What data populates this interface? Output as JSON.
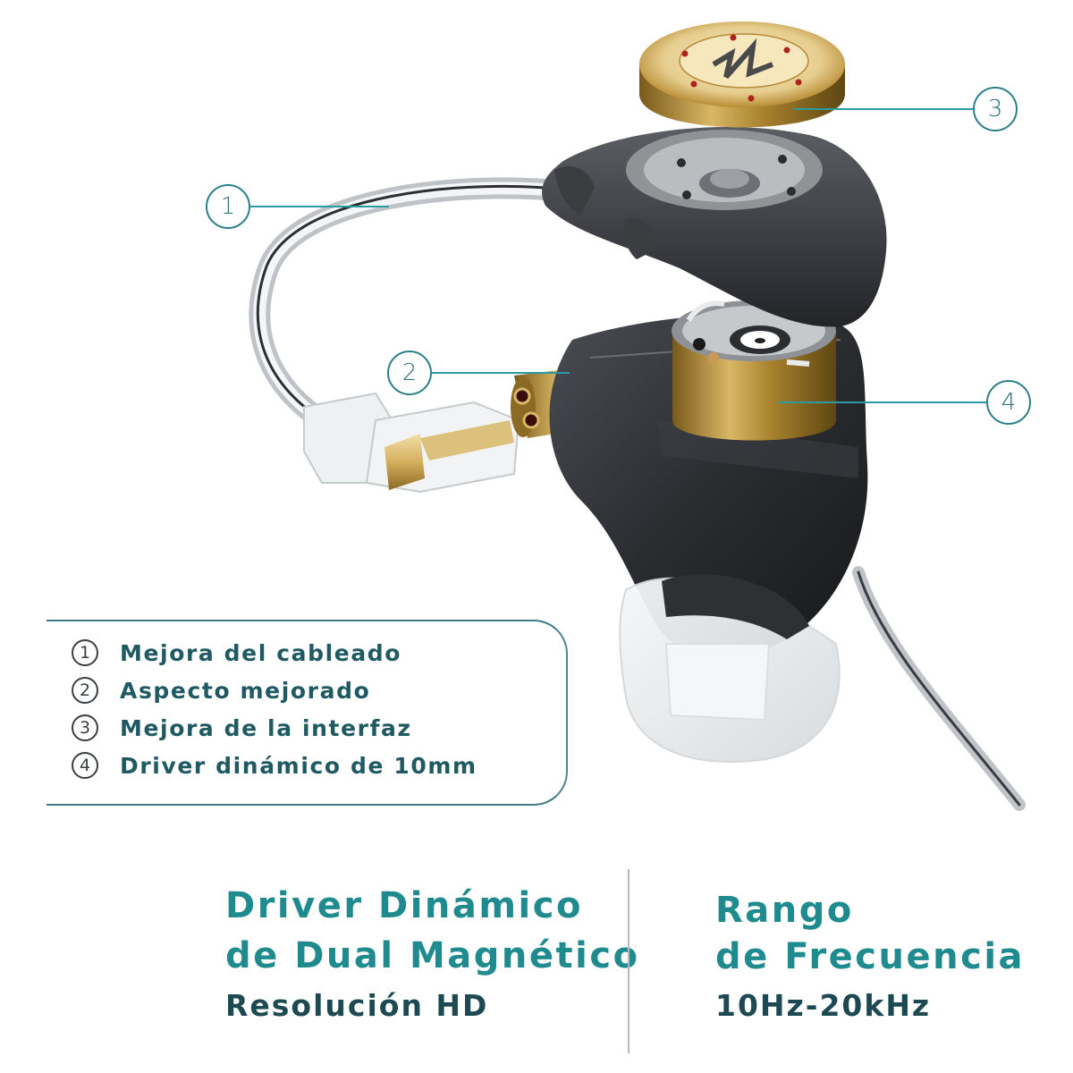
{
  "illustration": {
    "subject": "exploded view of in-ear monitor earphone with detachable cable",
    "logo_icon": "kz-logo-icon",
    "colors": {
      "accent_teal": "#2a9aa3",
      "callout_border": "#2a7f8a",
      "shell_dark": "#2b2d30",
      "gold": "#c9a24a",
      "cable_silver": "#c8ccd0",
      "eartip_clear": "#e9ecee"
    }
  },
  "callouts": [
    {
      "number": "1",
      "target": "cable"
    },
    {
      "number": "2",
      "target": "connector"
    },
    {
      "number": "3",
      "target": "faceplate"
    },
    {
      "number": "4",
      "target": "dynamic-driver"
    }
  ],
  "features": {
    "items": [
      {
        "number": "1",
        "label": "Mejora del cableado"
      },
      {
        "number": "2",
        "label": "Aspecto mejorado"
      },
      {
        "number": "3",
        "label": "Mejora de la interfaz"
      },
      {
        "number": "4",
        "label": "Driver dinámico de 10mm"
      }
    ]
  },
  "specs": [
    {
      "title_line1": "Driver Dinámico",
      "title_line2": "de Dual Magnético",
      "subtitle": "Resolución HD"
    },
    {
      "title_line1": "Rango",
      "title_line2": "de Frecuencia",
      "subtitle": "10Hz-20kHz"
    }
  ],
  "colors": {
    "spec_title": "#1f8b8f",
    "spec_subtitle": "#1d4a52",
    "feature_text": "#1f5a63",
    "box_border": "#3d7a8a",
    "divider": "#b8b8b8"
  }
}
